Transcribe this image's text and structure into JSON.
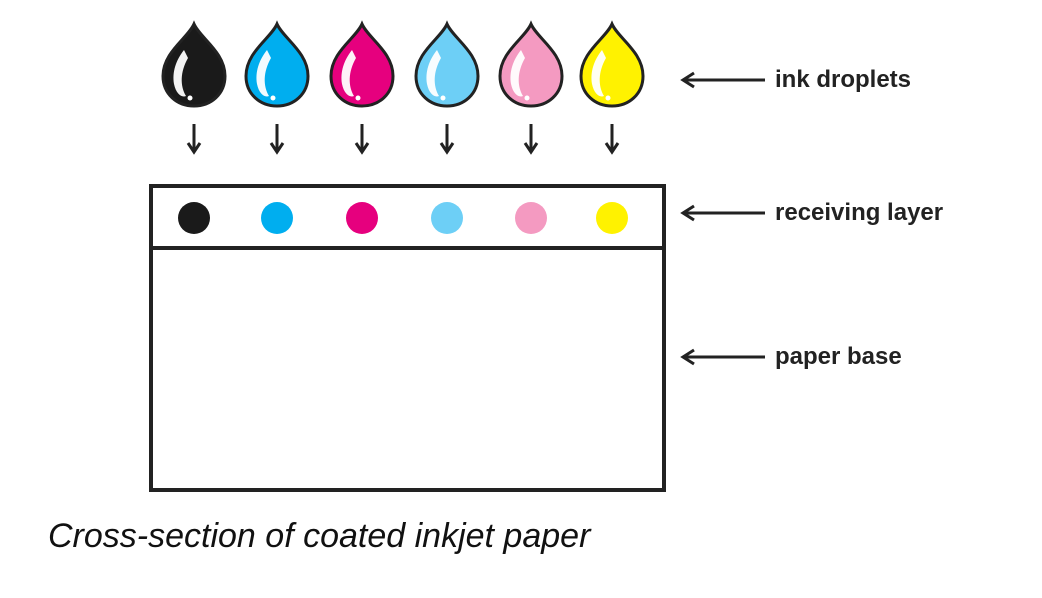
{
  "labels": {
    "ink_droplets": "ink droplets",
    "receiving_layer": "receiving layer",
    "paper_base": "paper base"
  },
  "caption": "Cross-section of coated inkjet paper",
  "ink_colors": [
    {
      "name": "black",
      "hex": "#1a1a1a"
    },
    {
      "name": "cyan",
      "hex": "#00aeef"
    },
    {
      "name": "magenta",
      "hex": "#e6007e"
    },
    {
      "name": "light-cyan",
      "hex": "#6dcff6"
    },
    {
      "name": "light-magenta",
      "hex": "#f49ac1"
    },
    {
      "name": "yellow",
      "hex": "#fff200"
    }
  ],
  "colors": {
    "outline": "#222222",
    "text": "#222222"
  }
}
